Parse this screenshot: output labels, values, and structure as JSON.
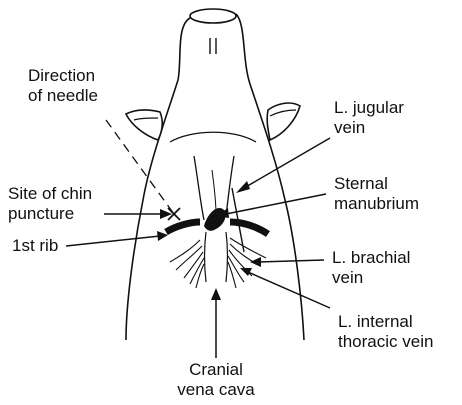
{
  "labels": {
    "direction_of_needle": [
      "Direction",
      "of needle"
    ],
    "l_jugular_vein": [
      "L. jugular",
      "vein"
    ],
    "sternal_manubrium": [
      "Sternal",
      "manubrium"
    ],
    "site_of_chin_puncture": [
      "Site of chin",
      "puncture"
    ],
    "first_rib": [
      "1st rib"
    ],
    "l_brachial_vein": [
      "L. brachial",
      "vein"
    ],
    "l_internal_thoracic_vein": [
      "L. internal",
      "thoracic vein"
    ],
    "cranial_vena_cava": [
      "Cranial",
      "vena cava"
    ]
  },
  "colors": {
    "ink": "#111111",
    "background": "#ffffff"
  }
}
